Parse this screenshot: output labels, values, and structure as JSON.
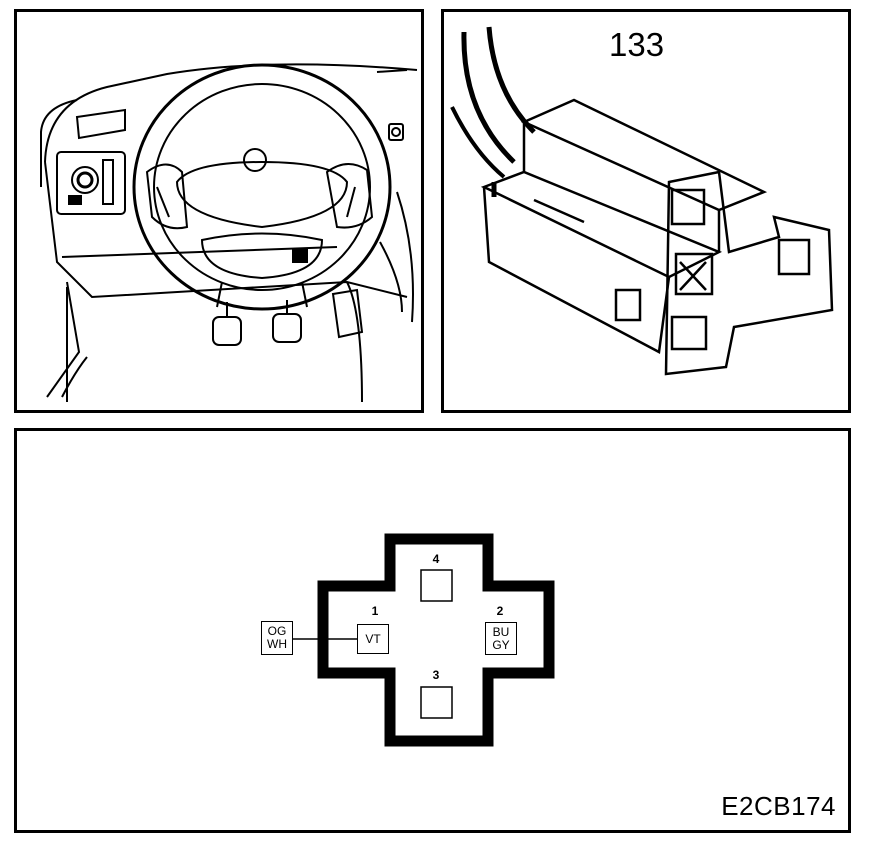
{
  "connector": {
    "number": "133"
  },
  "diagram_code": "E2CB174",
  "pins": [
    {
      "number": "1",
      "color_code": "VT"
    },
    {
      "number": "2",
      "color_code_line1": "BU",
      "color_code_line2": "GY"
    },
    {
      "number": "3"
    },
    {
      "number": "4"
    }
  ],
  "wire": {
    "color_line1": "OG",
    "color_line2": "WH"
  }
}
